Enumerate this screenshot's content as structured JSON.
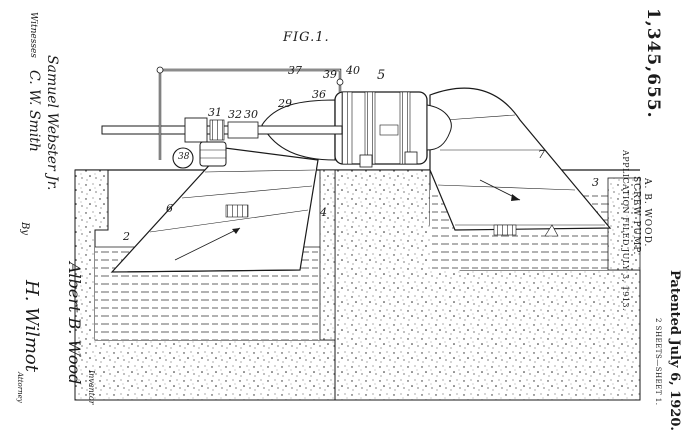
{
  "figure": {
    "title": "FIG.1.",
    "labels": [
      "2",
      "3",
      "4",
      "5",
      "6",
      "7",
      "29",
      "30",
      "31",
      "32",
      "36",
      "37",
      "38",
      "39",
      "40"
    ]
  },
  "header": {
    "patent_number": "1,345,655.",
    "inventor": "A. B. WOOD.",
    "invention": "SCREW PUMP.",
    "application": "APPLICATION FILED JULY 3, 1913.",
    "patented": "Patented July 6, 1920.",
    "sheets": "2 SHEETS—SHEET 1."
  },
  "left_margin": {
    "witnesses_label": "Witnesses",
    "witness_1": "Samuel Webster Jr.",
    "witness_2": "C. W. Smith",
    "inventor_signature": "Albert B. Wood",
    "inventor_label": "Inventor",
    "by_label": "By",
    "attorney_signature": "H. Wilmot",
    "attorney_label": "Attorney"
  },
  "colors": {
    "ink": "#1a1a1a",
    "paper": "#ffffff"
  }
}
